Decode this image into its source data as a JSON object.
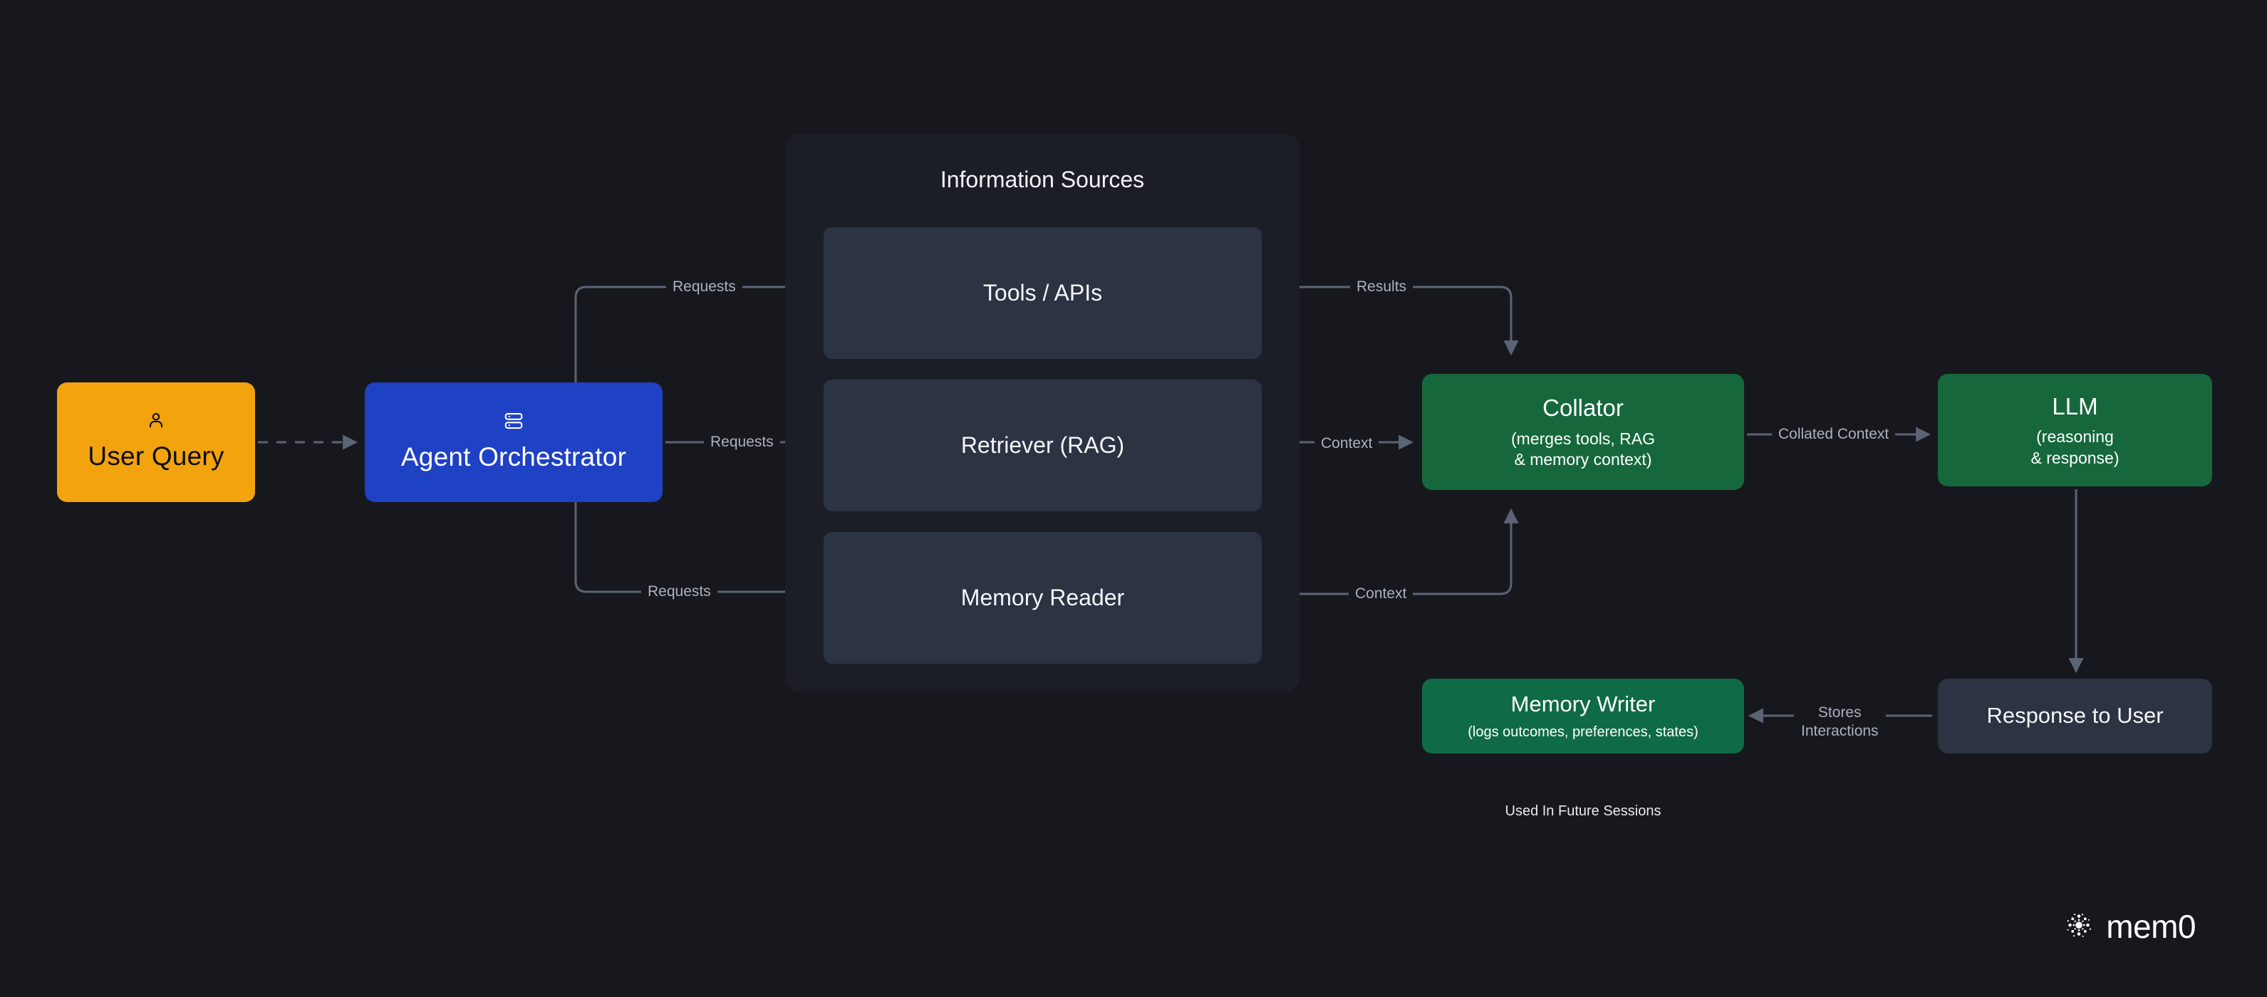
{
  "canvas": {
    "background": "#17181d",
    "edge_color": "#5b6476",
    "label_color": "#aab1bf"
  },
  "nodes": {
    "user_query": {
      "title": "User Query",
      "icon": "user-icon",
      "color": "#f2a30e",
      "text_color": "#0d0d0f"
    },
    "agent_orchestrator": {
      "title": "Agent Orchestrator",
      "icon": "server-stack-icon",
      "color": "#1f41c4",
      "text_color": "#ffffff"
    },
    "collator": {
      "title": "Collator",
      "sub_line1": "(merges tools, RAG",
      "sub_line2": "& memory context)",
      "color": "#16683c",
      "text_color": "#ffffff"
    },
    "llm": {
      "title": "LLM",
      "sub_line1": "(reasoning",
      "sub_line2": "& response)",
      "color": "#16683c",
      "text_color": "#ffffff"
    },
    "memory_writer": {
      "title": "Memory Writer",
      "sub": "(logs outcomes, preferences, states)",
      "color": "#0f6b45",
      "text_color": "#ffffff"
    },
    "response_to_user": {
      "title": "Response to User",
      "color": "#2c3342",
      "text_color": "#f4f6fa"
    }
  },
  "information_sources": {
    "panel_title": "Information Sources",
    "panel_color": "#1b1e27",
    "box_color": "#2c3342",
    "boxes": [
      {
        "label": "Tools / APIs"
      },
      {
        "label": "Retriever (RAG)"
      },
      {
        "label": "Memory Reader"
      }
    ]
  },
  "edge_labels": {
    "requests_tools": "Requests",
    "requests_retriever": "Requests",
    "requests_memory": "Requests",
    "results": "Results",
    "context_retriever": "Context",
    "context_memory": "Context",
    "collated_context": "Collated Context",
    "stores_interactions_line1": "Stores",
    "stores_interactions_line2": "Interactions"
  },
  "captions": {
    "future_sessions": "Used In Future Sessions"
  },
  "brand": {
    "name": "mem0",
    "mark": "mem0-burst-icon"
  }
}
